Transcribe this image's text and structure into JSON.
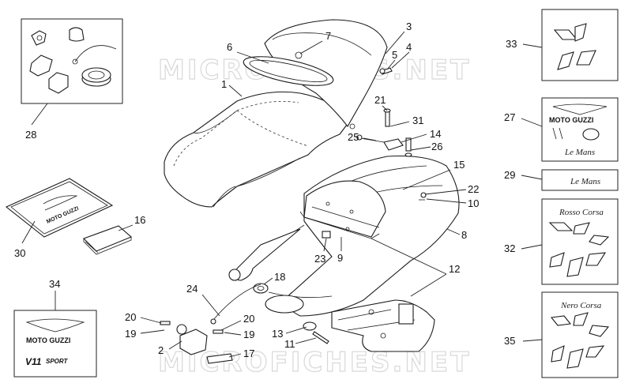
{
  "watermark": "MICROFICHES.NET",
  "callouts": [
    {
      "id": "c1",
      "text": "1"
    },
    {
      "id": "c2",
      "text": "2"
    },
    {
      "id": "c3",
      "text": "3"
    },
    {
      "id": "c4",
      "text": "4"
    },
    {
      "id": "c5",
      "text": "5"
    },
    {
      "id": "c6",
      "text": "6"
    },
    {
      "id": "c7",
      "text": "7"
    },
    {
      "id": "c8",
      "text": "8"
    },
    {
      "id": "c9",
      "text": "9"
    },
    {
      "id": "c10",
      "text": "10"
    },
    {
      "id": "c11",
      "text": "11"
    },
    {
      "id": "c12",
      "text": "12"
    },
    {
      "id": "c13",
      "text": "13"
    },
    {
      "id": "c14",
      "text": "14"
    },
    {
      "id": "c15",
      "text": "15"
    },
    {
      "id": "c16",
      "text": "16"
    },
    {
      "id": "c17",
      "text": "17"
    },
    {
      "id": "c18",
      "text": "18"
    },
    {
      "id": "c19a",
      "text": "19"
    },
    {
      "id": "c19b",
      "text": "19"
    },
    {
      "id": "c20a",
      "text": "20"
    },
    {
      "id": "c20b",
      "text": "20"
    },
    {
      "id": "c21",
      "text": "21"
    },
    {
      "id": "c22",
      "text": "22"
    },
    {
      "id": "c23",
      "text": "23"
    },
    {
      "id": "c24",
      "text": "24"
    },
    {
      "id": "c25",
      "text": "25"
    },
    {
      "id": "c26",
      "text": "26"
    },
    {
      "id": "c27",
      "text": "27"
    },
    {
      "id": "c28",
      "text": "28"
    },
    {
      "id": "c29",
      "text": "29"
    },
    {
      "id": "c30",
      "text": "30"
    },
    {
      "id": "c31",
      "text": "31"
    },
    {
      "id": "c32",
      "text": "32"
    },
    {
      "id": "c33",
      "text": "33"
    },
    {
      "id": "c34",
      "text": "34"
    },
    {
      "id": "c35",
      "text": "35"
    }
  ],
  "decals": {
    "moto_guzzi": "MOTO GUZZI",
    "le_mans": "Le Mans",
    "rosso_corsa": "Rosso Corsa",
    "nero_corsa": "Nero Corsa",
    "v11_sport": "SPORT",
    "v11_prefix": "V11"
  },
  "colors": {
    "line": "#222222",
    "watermark": "#d8d8d8",
    "background": "#ffffff"
  }
}
